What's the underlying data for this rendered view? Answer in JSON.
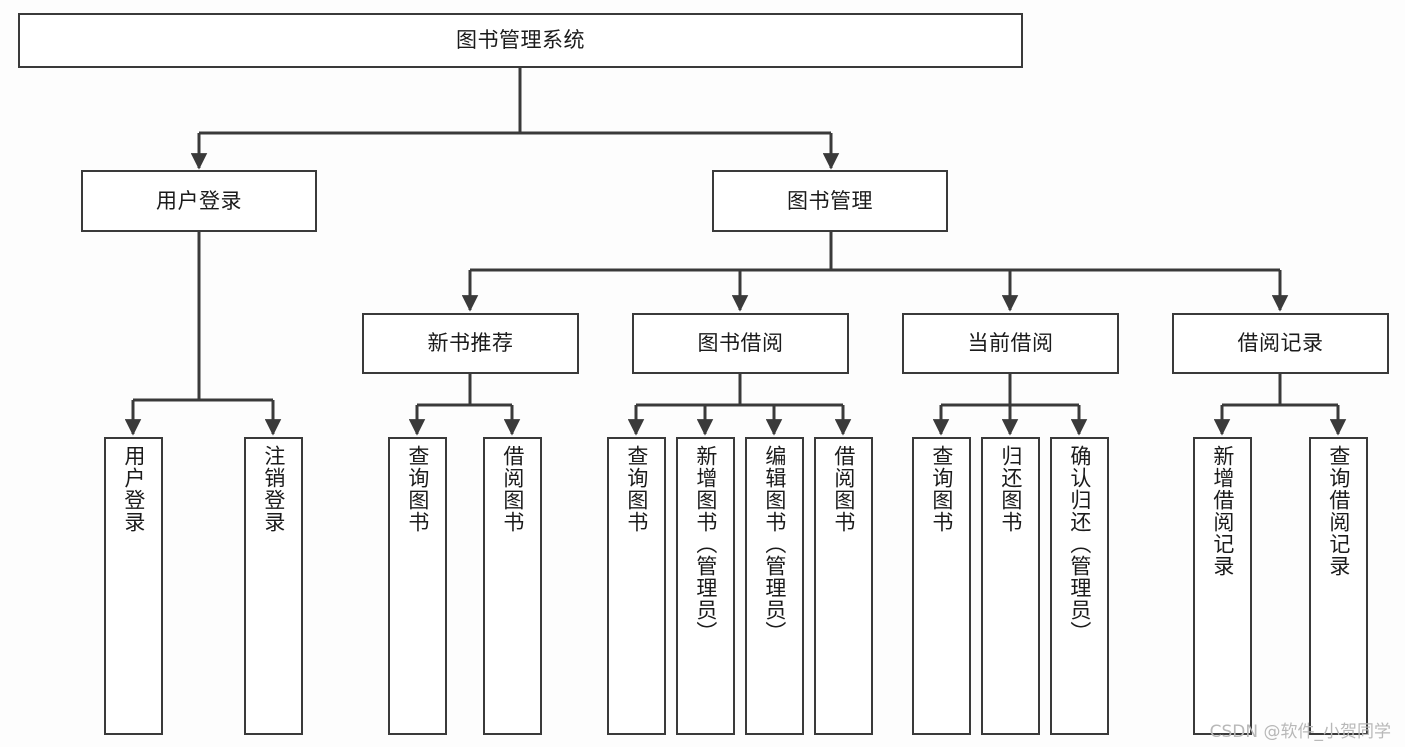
{
  "diagram": {
    "type": "tree-hierarchy-chart",
    "title": "图书管理系统",
    "watermark": "CSDN @软件_小贺同学",
    "colors": {
      "background": "#fdfdfd",
      "box_fill": "#ffffff",
      "box_border": "#3a3a3a",
      "connector": "#3a3a3a",
      "text": "#1b1b1b",
      "watermark": "#b8b8b8"
    },
    "nodes": {
      "root": {
        "label": "图书管理系统"
      },
      "level2": [
        {
          "id": "user-login",
          "label": "用户登录"
        },
        {
          "id": "book-management",
          "label": "图书管理"
        }
      ],
      "level3": [
        {
          "id": "new-book-recommend",
          "label": "新书推荐"
        },
        {
          "id": "book-borrow",
          "label": "图书借阅"
        },
        {
          "id": "current-borrow",
          "label": "当前借阅"
        },
        {
          "id": "borrow-record",
          "label": "借阅记录"
        }
      ],
      "leaves": {
        "user-login": [
          {
            "id": "leaf-user-login",
            "label": "用户登录"
          },
          {
            "id": "leaf-logout-login",
            "label": "注销登录"
          }
        ],
        "new-book-recommend": [
          {
            "id": "leaf-query-book-1",
            "label": "查询图书"
          },
          {
            "id": "leaf-borrow-book-1",
            "label": "借阅图书"
          }
        ],
        "book-borrow": [
          {
            "id": "leaf-query-book-2",
            "label": "查询图书"
          },
          {
            "id": "leaf-add-book",
            "label": "新增图书（管理员）"
          },
          {
            "id": "leaf-edit-book",
            "label": "编辑图书（管理员）"
          },
          {
            "id": "leaf-borrow-book-2",
            "label": "借阅图书"
          }
        ],
        "current-borrow": [
          {
            "id": "leaf-query-book-3",
            "label": "查询图书"
          },
          {
            "id": "leaf-return-book",
            "label": "归还图书"
          },
          {
            "id": "leaf-confirm-return",
            "label": "确认归还（管理员）"
          }
        ],
        "borrow-record": [
          {
            "id": "leaf-add-record",
            "label": "新增借阅记录"
          },
          {
            "id": "leaf-query-record",
            "label": "查询借阅记录"
          }
        ]
      }
    }
  }
}
